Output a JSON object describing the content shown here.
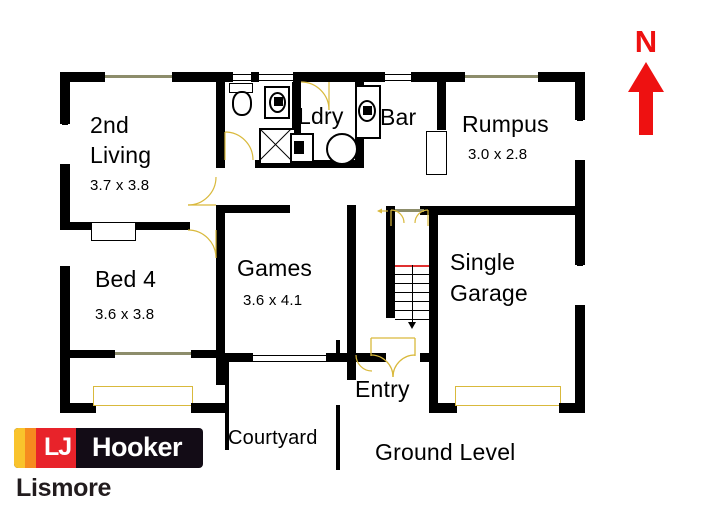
{
  "plan": {
    "title": "Ground Level",
    "compass": {
      "label": "N",
      "color": "#ee1111"
    }
  },
  "rooms": [
    {
      "key": "second_living",
      "name_line1": "2nd",
      "name_line2": "Living",
      "dimensions": "3.7 x 3.8"
    },
    {
      "key": "bed4",
      "name_line1": "Bed 4",
      "name_line2": "",
      "dimensions": "3.6 x 3.8"
    },
    {
      "key": "games",
      "name_line1": "Games",
      "name_line2": "",
      "dimensions": "3.6 x 4.1"
    },
    {
      "key": "rumpus",
      "name_line1": "Rumpus",
      "name_line2": "",
      "dimensions": "3.0 x 2.8"
    },
    {
      "key": "garage",
      "name_line1": "Single",
      "name_line2": "Garage",
      "dimensions": ""
    },
    {
      "key": "laundry",
      "name_line1": "Ldry",
      "name_line2": "",
      "dimensions": ""
    },
    {
      "key": "bar",
      "name_line1": "Bar",
      "name_line2": "",
      "dimensions": ""
    },
    {
      "key": "entry",
      "name_line1": "Entry",
      "name_line2": "",
      "dimensions": ""
    },
    {
      "key": "courtyard",
      "name_line1": "Courtyard",
      "name_line2": "",
      "dimensions": ""
    }
  ],
  "branding": {
    "lj": "LJ",
    "hooker": "Hooker",
    "office": "Lismore",
    "colors": {
      "yellow": "#f9c32c",
      "orange": "#f68b1f",
      "red": "#e8232a",
      "black": "#130c16",
      "text": "#221c1e"
    }
  },
  "styles": {
    "wall_color": "#000000",
    "window_color": "#8d8d6b",
    "door_color": "#d9b93c",
    "stair_top_color": "#e03030",
    "background": "#ffffff"
  }
}
